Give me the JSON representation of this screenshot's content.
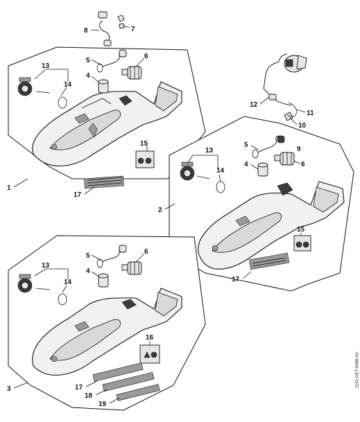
{
  "diagram": {
    "reference_code": "1141-GET-0068-A0",
    "callouts": {
      "c1": "1",
      "c2": "2",
      "c3": "3",
      "c4a": "4",
      "c4b": "4",
      "c4c": "4",
      "c5a": "5",
      "c5b": "5",
      "c5c": "5",
      "c6a": "6",
      "c6b": "6",
      "c6c": "6",
      "c7": "7",
      "c8": "8",
      "c9": "9",
      "c10": "10",
      "c11": "11",
      "c12": "12",
      "c13a": "13",
      "c13b": "13",
      "c13c": "13",
      "c14a": "14",
      "c14b": "14",
      "c14c": "14",
      "c15a": "15",
      "c15b": "15",
      "c16": "16",
      "c17a": "17",
      "c17b": "17",
      "c17c": "17",
      "c18": "18",
      "c19": "19"
    }
  }
}
